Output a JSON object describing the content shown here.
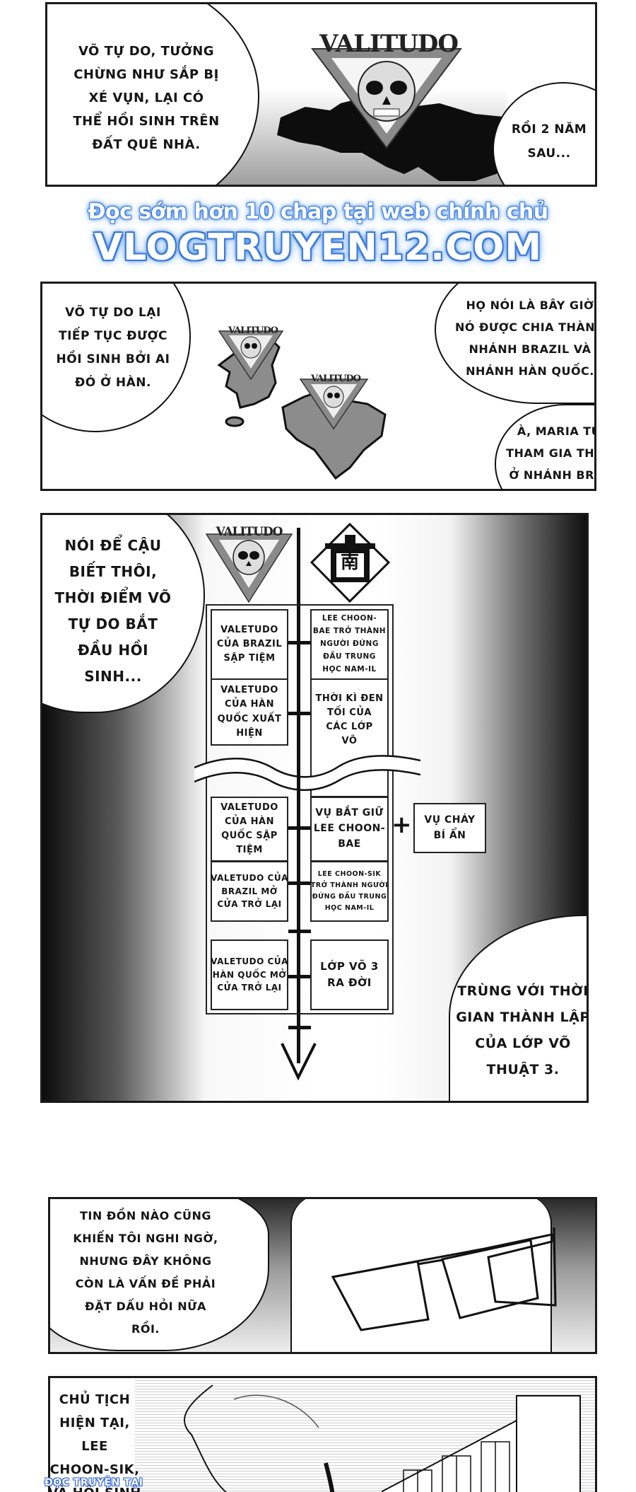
{
  "page": {
    "type": "manga-page",
    "background": "#ffffff",
    "panel_border_color": "#1a1a1a"
  },
  "panel1": {
    "left_bubble": [
      "VÕ TỰ DO, TƯỞNG",
      "CHỪNG NHƯ SẮP BỊ",
      "XÉ VỤN, LẠI CÓ",
      "THỂ HỒI SINH TRÊN",
      "ĐẤT QUÊ NHÀ."
    ],
    "emblem_text": "VALITUDO",
    "map": "brazil-silhouette",
    "right_bubble": [
      "RỒI 2 NĂM",
      "SAU..."
    ]
  },
  "watermark": {
    "line1": "Đọc sớm hơn 10 chap tại web chính chủ",
    "line2": "VLOGTRUYEN12.COM",
    "color": "#3b7fe0"
  },
  "panel2": {
    "left_bubble": [
      "VÕ TỰ DO LẠI",
      "TIẾP TỤC ĐƯỢC",
      "HỒI SINH BỞI AI",
      "ĐÓ Ở HÀN."
    ],
    "emblem_korea": "VALITUDO",
    "emblem_brazil": "VALITUDO",
    "right_bubble_top": [
      "HỌ NÓI LÀ BÂY GIỜ",
      "NÓ ĐƯỢC CHIA THÀNH",
      "NHÁNH BRAZIL VÀ",
      "NHÁNH HÀN QUỐC."
    ],
    "right_bubble_bottom": [
      "À, MARIA TỪNG",
      "THAM GIA THI ĐẤU",
      "Ở NHÁNH BRAZIL."
    ]
  },
  "panel3": {
    "left_bubble": [
      "NÓI ĐỂ CẬU",
      "BIẾT THÔI,",
      "THỜI ĐIỂM VÕ",
      "TỰ DO BẮT",
      "ĐẦU HỒI",
      "SINH..."
    ],
    "emblem_left": "VALITUDO",
    "emblem_right_glyph": "南",
    "timeline": {
      "rows": [
        {
          "left": [
            "VALETUDO",
            "CỦA BRAZIL",
            "SẬP TIỆM"
          ],
          "right": [
            "LEE CHOON-",
            "BAE TRỞ THÀNH",
            "NGƯỜI ĐỨNG",
            "ĐẦU TRUNG",
            "HỌC NAM-IL"
          ]
        },
        {
          "left": [
            "VALETUDO",
            "CỦA HÀN",
            "QUỐC XUẤT",
            "HIỆN"
          ],
          "right": [
            "THỜI KÌ ĐEN",
            "TỐI CỦA",
            "CÁC LỚP",
            "VÕ"
          ]
        },
        {
          "left": [
            "VALETUDO",
            "CỦA HÀN",
            "QUỐC SẬP",
            "TIỆM"
          ],
          "right": [
            "VỤ BẮT GIỮ",
            "LEE CHOON-",
            "BAE"
          ]
        },
        {
          "left": [
            "VALETUDO CỦA",
            "BRAZIL MỞ",
            "CỬA TRỞ LẠI"
          ],
          "right": [
            "LEE CHOON-SIK",
            "TRỞ THÀNH NGƯỜI",
            "ĐỨNG ĐẦU TRUNG",
            "HỌC NAM-IL"
          ]
        },
        {
          "left": [
            "VALETUDO CỦA",
            "HÀN QUỐC MỞ",
            "CỬA TRỞ LẠI"
          ],
          "right": [
            "LỚP VÕ 3",
            "RA ĐỜI"
          ]
        }
      ],
      "plus_sign": "+",
      "side_box": [
        "VỤ CHÁY",
        "BÍ ẨN"
      ]
    },
    "right_bubble": [
      "TRÙNG VỚI THỜI",
      "GIAN THÀNH LẬP",
      "CỦA LỚP VÕ",
      "THUẬT 3."
    ]
  },
  "panel4": {
    "left_bubble": [
      "TIN ĐỒN NÀO CŨNG",
      "KHIẾN TÔI NGHI NGỜ,",
      "NHƯNG ĐÂY KHÔNG",
      "CÒN LÀ VẤN ĐỀ PHẢI",
      "ĐẶT DẤU HỎI NỮA",
      "RỒI."
    ],
    "art": "character-with-glasses-closeup"
  },
  "panel5": {
    "left_text": [
      "CHỦ TỊCH",
      "HIỆN TẠI,",
      "LEE",
      "CHOON-SIK,"
    ],
    "cut_text": "VÀ HỒI SINH",
    "art": "character-and-school-building",
    "corner_watermark": "ĐỌC TRUYỆN TẠI"
  }
}
